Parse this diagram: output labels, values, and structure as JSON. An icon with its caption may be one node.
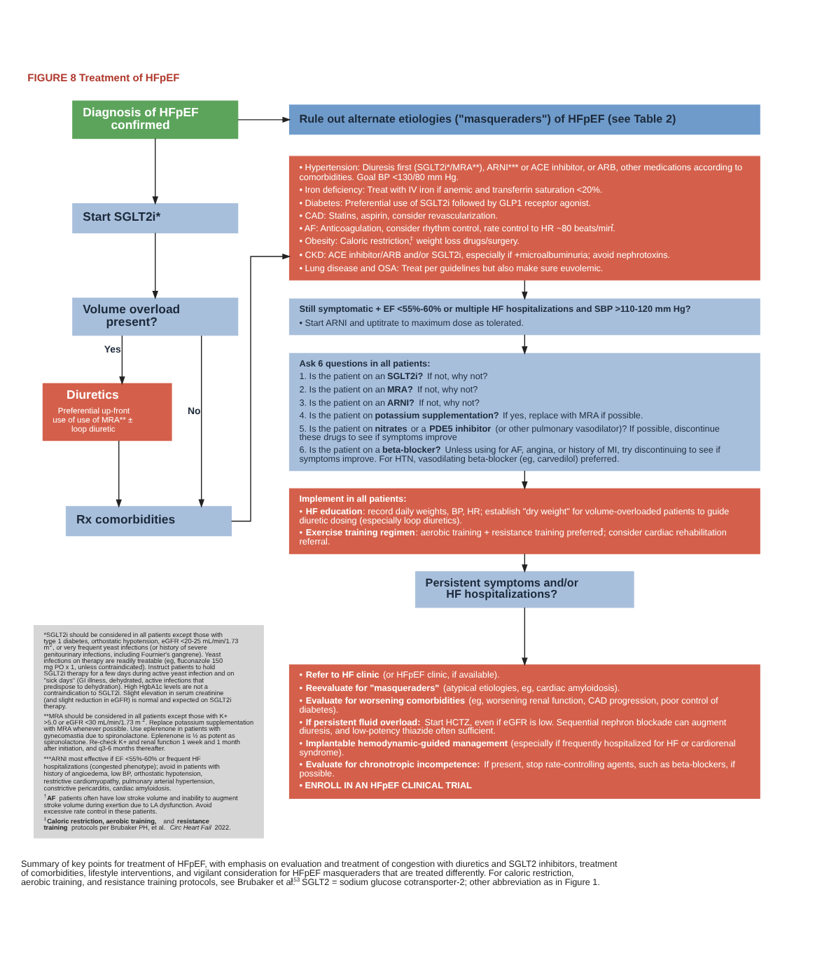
{
  "diagram": {
    "title": "FIGURE 8 Treatment of HFpEF",
    "caption": "Summary of key points for treatment of HFpEF, with emphasis on evaluation and treatment of congestion with diuretics and SGLT2 inhibitors, treatment of comorbidities, lifestyle interventions, and vigilant consideration for HFpEF masqueraders that are treated differently. For caloric restriction, aerobic training, and resistance training protocols, see Brubaker et al.$^{153}$ SGLT2 = sodium glucose cotransporter-2; other abbreviation as in Figure 1.",
    "nodes": [
      {
        "text": [
          "Diagnosis of HFpEF confirmed"
        ]
      },
      {
        "text": [
          "Start SGLT2i*"
        ]
      },
      {
        "text": [
          "Volume overload present?"
        ]
      },
      {
        "text": [
          "Diuretics",
          "Preferential up-front use of use of MRA** ± loop diuretic"
        ]
      },
      {
        "text": [
          "Rx comorbidities"
        ]
      },
      {
        "text": [
          "Rule out alternate etiologies (\"masqueraders\") of HFpEF (see Table 2)"
        ]
      },
      {
        "text": [
          "• Hypertension: Diuresis first (SGLT2i*/MRA**), ARNI*** or ACE inhibitor, or ARB, other medications according to comorbidities. Goal BP <130/80 mm Hg.",
          "• Iron deficiency: Treat with IV iron if anemic and transferrin saturation <20%.",
          "• Diabetes: Preferential use of SGLT2i followed by GLP1 receptor agonist.",
          "• CAD: Statins, aspirin, consider revascularization.",
          "• AF: Anticoagulation, consider rhythm control, rate control to HR ~80 beats/min.$^{†}$",
          "• Obesity: Caloric restriction,$^{‡}$ weight loss drugs/surgery.",
          "• CKD: ACE inhibitor/ARB and/or SGLT2i, especially if +microalbuminuria; avoid nephrotoxins.",
          "• Lung disease and OSA: Treat per guidelines but also make sure euvolemic."
        ]
      },
      {
        "text": [
          "Still symptomatic + EF <55%-60% or multiple HF hospitalizations and SBP >110-120 mm Hg?",
          "• Start ARNI and uptitrate to maximum dose as tolerated."
        ]
      },
      {
        "text": [
          "Ask 6 questions in all patients:",
          "1. Is the patient on an **SGLT2i?** If not, why not?",
          "2. Is the patient on an **MRA?** If not, why not?",
          "3. Is the patient on an **ARNI?** If not, why not?",
          "4. Is the patient on **potassium supplementation?** If yes, replace with MRA if possible.",
          "5. Is the patient on **nitrates** or a **PDE5 inhibitor** (or other pulmonary vasodilator)? If possible, discontinue these drugs to see if symptoms improve",
          "6. Is the patient on a **beta-blocker?** Unless using for AF, angina, or history of MI, try discontinuing to see if symptoms improve. For HTN, vasodilating beta-blocker (eg, carvedilol) preferred."
        ]
      },
      {
        "text": [
          "Implement in all patients:",
          "• **HF education**: record daily weights, BP, HR; establish \"dry weight\" for volume-overloaded patients to guide diuretic dosing (especially loop diuretics).",
          "• **Exercise training regimen**: aerobic training + resistance training preferred$^{‡}$; consider cardiac rehabilitation referral."
        ]
      },
      {
        "text": [
          "Persistent symptoms and/or HF hospitalizations?"
        ]
      },
      {
        "text": [
          "• **Refer to HF clinic** (or HFpEF clinic, if available).",
          "• **Reevaluate for \"masqueraders\"** (atypical etiologies, eg, cardiac amyloidosis).",
          "• **Evaluate for worsening comorbidities** (eg, worsening renal function, CAD progression, poor control of diabetes).",
          "• **If persistent fluid overload:** Start HCTZ, even if eGFR is low. Sequential nephron blockade can augment diuresis, and low-potency thiazide often sufficient.",
          "• **Implantable hemodynamic-guided management** (especially if frequently hospitalized for HF or cardiorenal syndrome).",
          "• **Evaluate for chronotropic incompetence:** If present, stop rate-controlling agents, such as beta-blockers, if possible.",
          "• ENROLL IN AN HFpEF CLINICAL TRIAL"
        ]
      },
      {
        "text": [
          "*SGLT2i should be considered in all patients except those with type 1 diabetes, orthostatic hypotension, eGFR <20-25 mL/min/1.73 m$^{2}$, or very frequent yeast infections (or history of severe genitourinary infections, including Fournier's gangrene). Yeast infections on therapy are readily treatable (eg, fluconazole 150 mg PO x 1, unless contraindicated). Instruct patients to hold SGLT2i therapy for a few days during active yeast infection and on \"sick days\" (GI illness, dehydrated, active infections that predispose to dehydration). High HgbA1c levels are not a contraindication to SGLT2i. Slight elevation in serum creatinine (and slight reduction in eGFR) is normal and expected on SGLT2i therapy.",
          "**MRA should be considered in all patients except those with K+ >5.0 or eGFR <30 mL/min/1.73 m$^{2}$. Replace potassium supplementation with MRA whenever possible. Use eplerenone in patients with gynecomastia due to spironolactone. Eplerenone is ½ as potent as spironolactone. Re-check K+ and renal function 1 week and 1 month after initiation, and q3-6 months thereafter.",
          "***ARNI most effective if EF <55%-60% or frequent HF hospitalizations (congested phenotype); avoid in patients with history of angioedema, low BP, orthostatic hypotension, restrictive cardiomyopathy, pulmonary arterial hypertension, constrictive pericarditis, cardiac amyloidosis.",
          "$^{†}$**AF** patients often have low stroke volume and inability to augment stroke volume during exertion due to LA dysfunction. Avoid excessive rate control in these patients.",
          "$^{‡}$**Caloric restriction, aerobic training,** and **resistance training** protocols per Brubaker PH, et al. *Circ Heart Fail* 2022."
        ]
      }
    ],
    "edges": [
      {
        "from": 0,
        "to": 1,
        "arrow": "to"
      },
      {
        "from": 0,
        "to": 5,
        "arrow": "to"
      },
      {
        "from": 1,
        "to": 2,
        "arrow": "to"
      },
      {
        "from": 2,
        "to": 3,
        "arrow": "to",
        "label": "Yes"
      },
      {
        "from": 2,
        "to": 4,
        "arrow": "to",
        "label": "No"
      },
      {
        "from": 3,
        "to": 4,
        "arrow": "to"
      },
      {
        "from": 4,
        "to": 6,
        "arrow": "to"
      },
      {
        "from": 6,
        "to": 7,
        "arrow": "to"
      },
      {
        "from": 7,
        "to": 8,
        "arrow": "to"
      },
      {
        "from": 8,
        "to": 9,
        "arrow": "to"
      },
      {
        "from": 9,
        "to": 10,
        "arrow": "to"
      },
      {
        "from": 10,
        "to": 11,
        "arrow": "to"
      }
    ]
  }
}
